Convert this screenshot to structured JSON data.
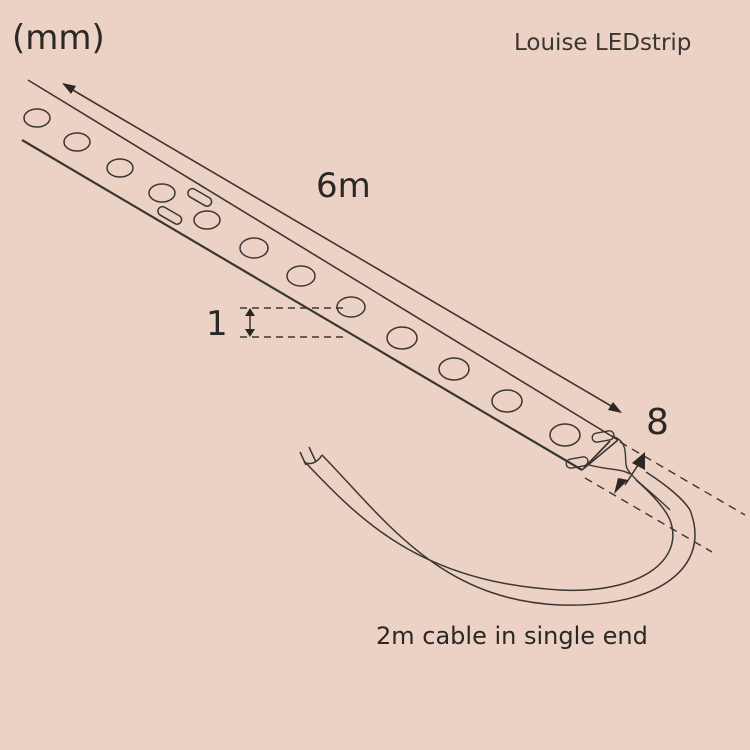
{
  "diagram": {
    "unit_label": "(mm)",
    "product_name": "Louise LEDstrip",
    "length_label": "6m",
    "thickness_label": "1",
    "width_label": "8",
    "cable_label": "2m cable in single end"
  },
  "colors": {
    "background": "#ebd2c4",
    "line": "#2a2724",
    "text": "#2a2724"
  }
}
